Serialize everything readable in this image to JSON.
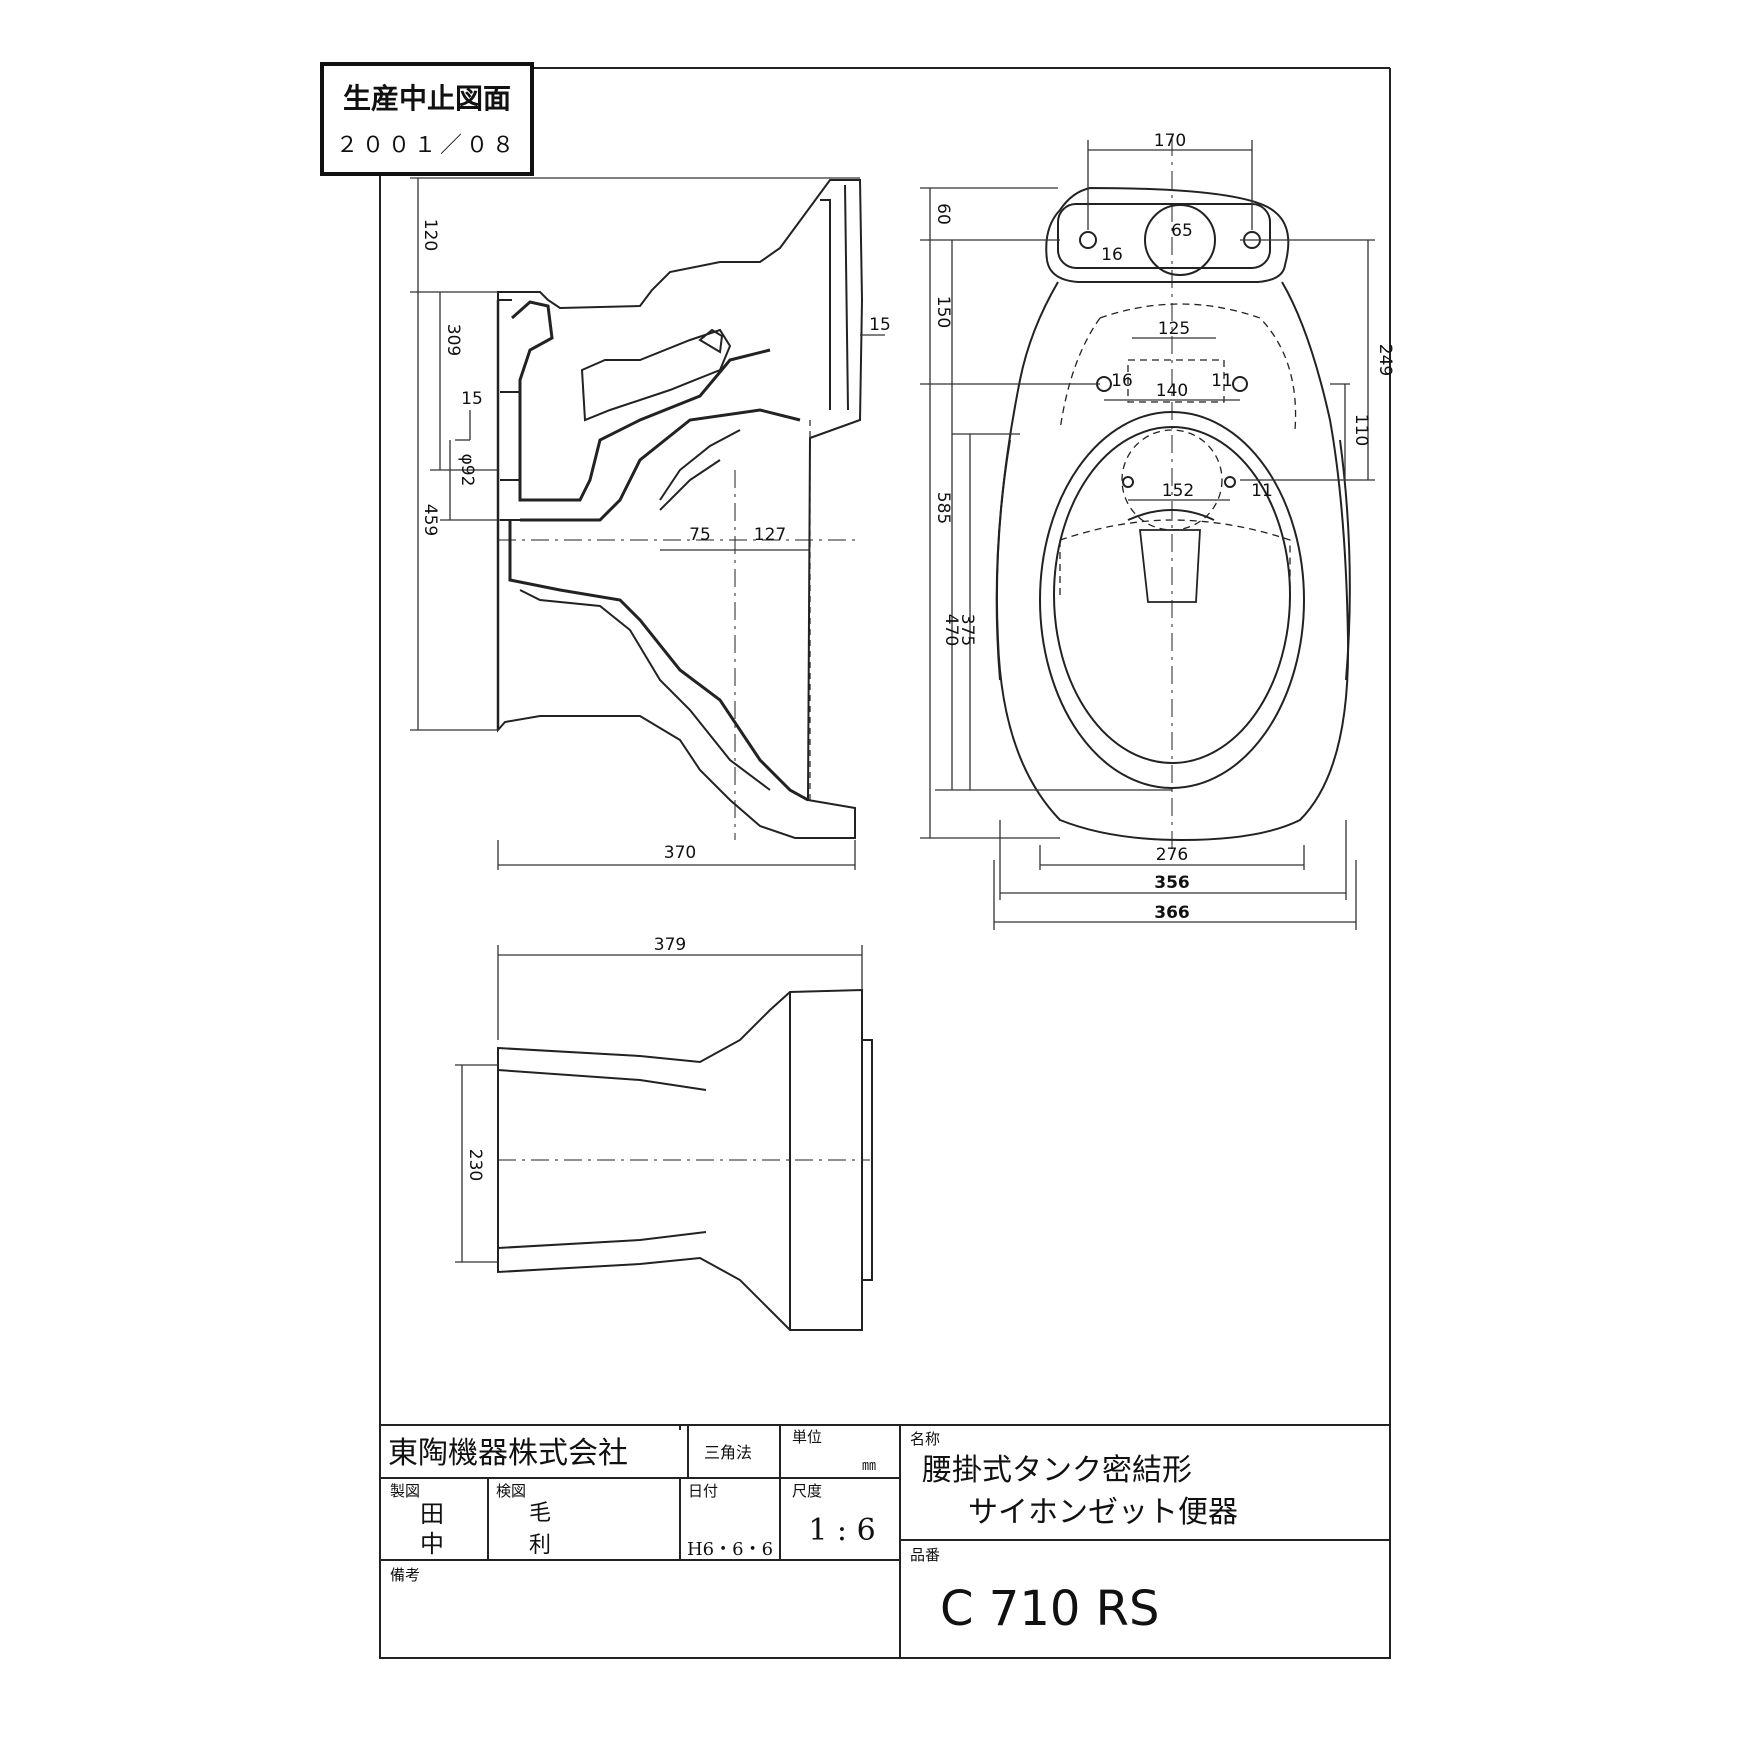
{
  "stamp": {
    "line1": "生産中止図面",
    "line2": "２００１／０８"
  },
  "title_block": {
    "company": "東陶機器株式会社",
    "projection": "三角法",
    "unit_label": "単位",
    "unit_value": "㎜",
    "name_label": "名称",
    "name_line1": "腰掛式タンク密結形",
    "name_line2": "サイホンゼット便器",
    "drawn_label": "製図",
    "drawn_by_1": "田",
    "drawn_by_2": "中",
    "checked_label": "検図",
    "checked_by_1": "毛",
    "checked_by_2": "利",
    "date_label": "日付",
    "date_value": "H6・6・6",
    "scale_label": "尺度",
    "scale_value": "1 : 6",
    "part_no_label": "品番",
    "part_no": "C 710 RS",
    "remarks_label": "備考"
  },
  "dimensions": {
    "side_view": {
      "d120": "120",
      "d309": "309",
      "d15_left": "15",
      "d92": "φ92",
      "d459": "459",
      "d15_right": "15",
      "d75": "75",
      "d127": "127",
      "d370": "370"
    },
    "top_view": {
      "d170": "170",
      "d65": "65",
      "d16_tank": "16",
      "d60": "60",
      "d150": "150",
      "d125": "125",
      "d140": "140",
      "d16_left": "16",
      "d11_right": "11",
      "d249": "249",
      "d110": "110",
      "d152": "152",
      "d11_bowl": "11",
      "d585": "585",
      "d470": "470",
      "d375": "375",
      "d276": "276",
      "d356": "356",
      "d366": "366"
    },
    "bottom_view": {
      "d379": "379",
      "d230": "230"
    }
  }
}
